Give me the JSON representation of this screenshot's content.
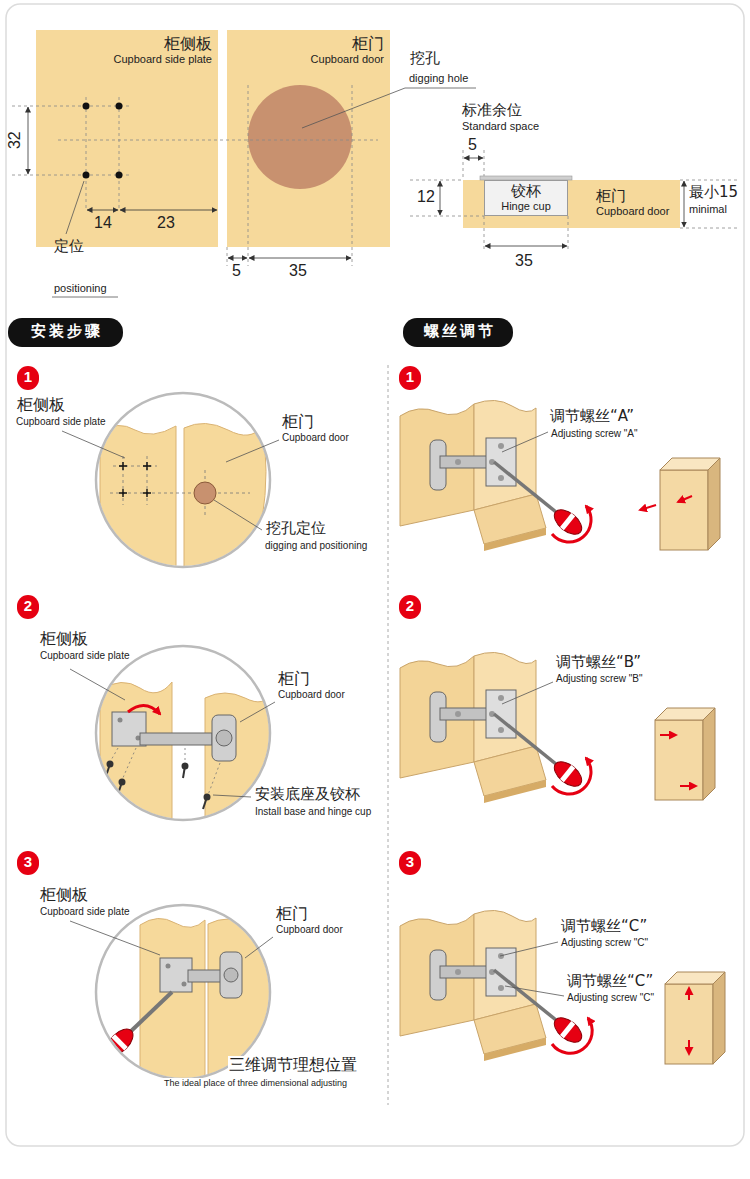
{
  "diagram": {
    "nodes": [
      {
        "text": [
          "柜侧板",
          "Cupboard side plate"
        ]
      },
      {
        "text": [
          "柜门",
          "Cupboard door"
        ]
      },
      {
        "text": [
          "柜门",
          "Cupboard door"
        ]
      },
      {
        "text": [
          "铰杯",
          "Hinge cup"
        ],
        "in": 2
      },
      {
        "text": [
          "安装步骤"
        ]
      },
      {
        "text": [
          "螺丝调节"
        ]
      },
      {
        "text": [
          "1"
        ]
      },
      {
        "text": [
          "1"
        ]
      },
      {
        "text": [
          "2"
        ]
      },
      {
        "text": [
          "2"
        ]
      },
      {
        "text": [
          "3"
        ]
      },
      {
        "text": [
          "3"
        ]
      }
    ],
    "labels": [
      "32",
      "14",
      "23",
      "5",
      "35",
      "定位",
      "positioning",
      "挖孔",
      "digging hole",
      "标准余位",
      "Standard space",
      "5",
      "12",
      "最小15",
      "minimal",
      "35",
      "柜侧板",
      "Cupboard side plate",
      "柜门",
      "Cupboard door",
      "挖孔定位",
      "digging and positioning",
      "柜侧板",
      "Cupboard side plate",
      "柜门",
      "Cupboard door",
      "安装底座及铰杯",
      "Install base and hinge cup",
      "柜侧板",
      "Cupboard side plate",
      "柜门",
      "Cupboard door",
      "三维调节理想位置",
      "The ideal place of three dimensional adjusting",
      "调节螺丝“A”",
      "Adjusting screw \"A\"",
      "调节螺丝“B”",
      "Adjusting screw \"B\"",
      "调节螺丝“C”",
      "Adjusting screw \"C\"",
      "调节螺丝“C”",
      "Adjusting screw \"C\""
    ]
  }
}
